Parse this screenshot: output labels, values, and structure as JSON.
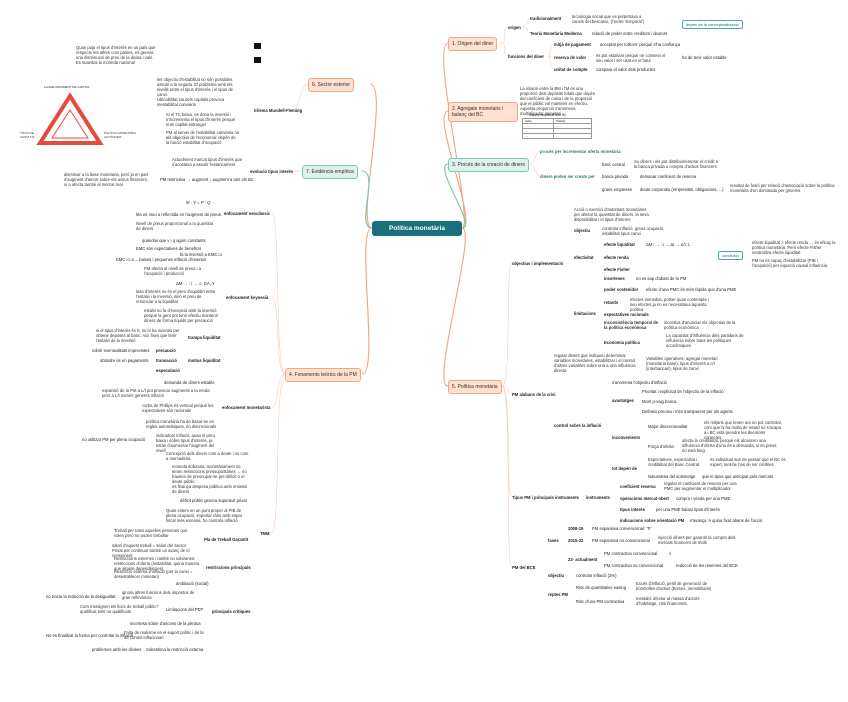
{
  "root": "Política monetària",
  "branches": {
    "b1": "1. Origen del diner",
    "b2": "2. Agregats monetaris i balanç del BC",
    "b3": "3. Procés de la creació de diners",
    "b4": "4. Fonaments teòrics de la PM",
    "b5": "5. Política monetària",
    "b6": "6. Sector exterior",
    "b7": "7. Evidència empírica"
  },
  "origen": {
    "origen": "origen",
    "tradicionalment": "tradicionalment",
    "trad_text": "tecnologia social que es perpetrava a canvis del bescanvi, (l'ordre 'temporal')",
    "tag": "depèn de la conceptualització",
    "tmm": "Teoria Monetària Moderna",
    "tmm_text": "relació de poder entre creditors i deutors",
    "funcions": "funcions del diner",
    "f1": "mitjà de pagament",
    "f1t": "acceptat per tothom: perquè s'ha confiança",
    "f2": "reserva de valor",
    "f2t": "és pot estalviar perquè ne conservi el seu valor i ser usat en el futur",
    "f2r": "ha de tenir valor estable",
    "f3": "unitat de compte",
    "f3t": "compara el valor dels productes"
  },
  "agregats": {
    "text": "La relació entre la BM i l'M és una proporció desl depòsits totals que depèn del coeficient de caixa i de la proporció que el públic vol mantenir en efectiu. Aquesta proporció s'anomena multiplicador monetari",
    "table_title": "balanç simplificat d'un BC",
    "table_left": [
      "Actiu",
      "...",
      "...",
      "..."
    ],
    "table_right": [
      "Passiu",
      "...",
      "...",
      "..."
    ]
  },
  "creacio": {
    "c1": "procés per incrementar oferta monetària",
    "c2": "diners poden ser creats per",
    "banc_central": "banc central",
    "banc_central_t": "Su diners i els pot distribuir/emprar el crèdit a la banca privada o compra d'actius financers",
    "banca_privada": "banca privada",
    "banca_privada_t": "demanar coeficient de reserva",
    "grans": "grans empreses",
    "grans_t": "deute corporatiu (empresitits, obligacions, ...)",
    "grans_r": "resultat de fusió per relació d'associació sobre la política monetària d'un dominada per governs"
  },
  "pm": {
    "objectius_impl": "objectius i implementació",
    "obj_intro": "Acció o exercici d'autoritats monetàries per alterar la quantitat de diners, la seva disponibilitat i el tipus d'interès",
    "objectiu": "objectiu",
    "objectiu_t": "controlar inflació, greus ocupació, estabilitat tipus canvi",
    "efectivitat": "efectivitat",
    "liquiditat": "efecte liquiditat",
    "renda": "efecte renda",
    "fisher": "efecte Fisher",
    "formula1": "ΔM↑ → ↓i → ΔI → ΔY, L",
    "conclusio": "conclusió",
    "concl_t1": "efecte liquiditat > efecte renda → és eficaç la política monetària. Però efecte Fisher neutralitza efecte liquiditat",
    "concl_t2": "PM no és capaç d'estabilitzar (PIB i l'ocupació) per equació causal influència",
    "limitacions": "limitacions",
    "incerteses": "incerteses",
    "incerteses_t": "no es sap d'abast de la PM",
    "poder": "poder sostenidor",
    "poder_t": "efecte d'una PMC és més ràpida que d'una PME",
    "retards": "retards",
    "retards_t": "efectes immediat, potser quan contempla i seu efectes ja no es necessitava aquesta política",
    "expectatives": "expectatives racionals",
    "inconsistencia": "Inconsistència temporal de la política econòmica",
    "inconsistencia_t": "incentius d'anunciar els objectius de la política econòmica",
    "economia": "Economia política",
    "economia_t": "La capacitat d'influència dels partidaris de influència sobre totes les polítiques econòmiques",
    "pm_abans": "PM a/abans de la crisi",
    "pm_abans_t": "regular diners que indiqueu determinar variables monetàries, estabilitzar i el control d'altres variables sobre una a una influència directa",
    "pm_abans_r": "Variables operatives: agregat monetari (monetària base), tipus d'interès a c/t (interbancari), tipus de canvi",
    "control": "control sobre la inflació",
    "canvis": "s'anomena l'objectiu d'inflació",
    "avantatges": "avantatges",
    "av1": "Prioritat i explicitat de l'objectiu de la inflació",
    "av2": "Mont p-vaig banca",
    "av3": "Defineix precisa i més transparent per als agents",
    "inconvenients": "inconvenients",
    "inc1": "Major discrecionalitat",
    "inc1t": "els mitjans que tenen ara no pot controlar, com que hi ha molta de retard no s'acapa a i BC està prendre les decisions correctes.",
    "inc2": "Força d'oferta",
    "inc2t": "afecta la credibilitat, perquè els alcancen una influència d'oferta d'una és a demanda, si en preus no està bieg",
    "inc3": "tot depèn de",
    "inc3a": "Expectatives, expectativa i credibilitat del Banc Central.",
    "inc3at": "és individual sue de passar que el BC és expert, tant-be has de ser creïbles",
    "inc3b": "Naturalesa del sotsmetge",
    "inc3bt": "que el tipus que anticipat pels mercats",
    "tipus_pm": "Tipus PM i principals instruments",
    "instruments": "instruments",
    "coef": "coeficient reserva",
    "coef_t": "regular el coeficient de reserva per una PMC per augmentar el multiplicador",
    "operacions": "operacions mercat obert",
    "operacions_t": "compra i venda per una PME",
    "tipus_int": "tipus interès",
    "tipus_int_t": "per una PME baixar tipus d'interès",
    "indicacions": "indicacions sobre orientació PM",
    "indicacions_t": "s'avança 'A quina fixat abans de l'acció",
    "pm_bce": "PM del BCE",
    "fases": "fases",
    "fase1": "2008-15",
    "fase1t": "PM expansiva convencional: 'Tr'",
    "fase2": "2015-22",
    "fase2t": "PM expansiva no convencional",
    "fase2r": "injecció diners per garantir la compra dels mercats financers de títols",
    "fase3": "PM contractiva convencional",
    "fase3r": "↑i",
    "fase4": "22- actualment",
    "fase4t": "PM contractiva no convencional",
    "fase4r": "reducció de les reserves del BCE",
    "objectiu_bce": "objectiu",
    "objectiu_bce_t": "controlar inflació (2%)",
    "reptes": "reptes PM",
    "repte1": "Risc de quantitative easing",
    "repte1t": "Excés d'inflació, perill de generació de bombolles d'actius (borses, immobiliaris)",
    "repte2": "Risc d'una PM contractiva",
    "repte2t": "Inestabl. afectar al massa d'actors d'habitatge, crisi financeres."
  },
  "fonaments": {
    "enfoc_neo": "enfocament neoclàssic",
    "formula": "M · V = P · Q",
    "neo1": "Mo es mou a reflectida en l'augment de preus.",
    "neo2": "Nivell de preus proporcional a la quantitat de diners",
    "enfoc_key": "enfocament keynesià",
    "k1": "quandos que v i q aguin constants",
    "k2": "EMC són expectatives de beneficis",
    "k2r": "fa la inversió a EMC↓o",
    "k3": "EMC↓o↓s→ baixes i pequenes inflació d'inversió",
    "k4": "PM afecta al nivell de preus i a l'ocupació i producció",
    "k5": "ΔM → ↑i → ↓I, DA, Y",
    "k6": "lasa d'interès no és el preu d'equilibri entre l'estalvi i la inversió, sinó el preu de renunciar a la liquiditat",
    "k7": "estalvi no fa d'excepció amb la inversió perquè la gent pot tenir efectiu mantenir diners de forma líquids per precaució",
    "trampa": "trampa liquiditat",
    "trampa_t": "si el tipus d'interès és 0, no hi ha incentiu per obtenir depòsits al banc. Així fixes que tenir l'estalvi de la inversió",
    "motius": "motius liquiditat",
    "precaucio": "precaució",
    "precaucio_t": "cobrir eventualitats imprevistes",
    "transaccio": "transacció",
    "transaccio_t": "obtindre ús en pagaments",
    "especulacio": "especulació",
    "enfoc_mon": "enfocament monetarista",
    "mon1": "demanda de diners estable",
    "mon2": "expansió de la PM a L/t pot provocar augments a la renda però a L/t només generes inflació",
    "mon3": "corba de Phillips és vertical perquè les expectatives són racionals",
    "mon4": "política monetària ha de basar-se en regles automàtiques, no discrecionals",
    "mon5": "indicadors inflació, quan el preu baixa i sobre tipus d'interès, ja estan d'aumentar l'augment del nivell",
    "mon5l": "no utilitzar PM per plena ocupació",
    "tmm": "TMM",
    "tmm1": "Concepció dels diners com a deute i no com a mercaderia",
    "tmm2": "moneda sobirana: monetàriament no tenen restriccions pressupostàries → no haurien de preocupar-se pel dèficit o el deute públic",
    "tmm3": "es finança despesa pública amb emissió de diners",
    "tmm4": "dèficit públic genera superàvit privat",
    "tmm5": "Quan estem en un punt proper al PIB de plena ocupació, importar ràtio amb espai fiscal més extensa, ho controla inflació",
    "pla": "Pla de Treball Garantit",
    "pla1": "Treball per totes aquelles persones que volen però no poden treballar",
    "pla2": "salari d'aquest treball = salari del Sector Privat per continuar també un avanç de el creixement",
    "restriccions": "restriccions principals",
    "restr1": "Restriccions externes i també no sobiranes: restriccions d'oferta (instabilitat, quina manera que alguns dependències)",
    "restr2": "Restricció externa d'inflació (per la canvi = desestablecer monetari)",
    "critiques": "principals crítiques",
    "crit1": "ambitació (social)",
    "crit1t": "ignora altres funcions dels impostos de gran rellevància",
    "crit1l": "no tracta la reducció de la desigualtat",
    "crit2": "Limitacions del PDT",
    "crit2t": "Com s'assignen els llocs de treball públic? qualificat sinó no qualificats",
    "crit3": "incertesa sobre d'ascens de la pèrdua",
    "crit4": "Falta de realisme en el suport polític i de la de control inflacionari",
    "crit4l": "No es finalitzat la forma per controlar la inflació",
    "crit5": "Subestima la restricció externa",
    "crit5l": "problemes amb les divises"
  },
  "sector": {
    "trilemma_text": "Quan puja el tipus d'interès en un país que respecte les altres com países, es genera una disminució de preu de la divisa i vals. Es suavitza la moneda nacional",
    "t_top": "LLIURE MOVIMENT DE CAPITAL",
    "t_left": "TIPUS DE CANVI FIX",
    "t_right": "POLÍTICA MONETÀRIA AUTÒNOMA",
    "trilemma": "trilema Mundell-Fleming",
    "tr1": "les objectiu d'estabilitat no són possibles assolir a la vegada. El problema amb els nivells entre el tipus d'interès i el tipus de canvi.",
    "tr2": "Ubicabilitat sia dels capitals provoca inestabilitat canviaria",
    "tr3": "Si el TC baixa, es dona la inversió i s'incrementa el tipus d'interès perquè entri capital estranger",
    "tr4": "PM al servei de l'estabilitat canviaria no als objectius de l'economia: depèn de la funció estabilitat d'ocupació"
  },
  "evidencia": {
    "evolucio": "evolució tipus interès",
    "ev1": "Actualment marcat tipus d'interès que s'acostava a assolir l'estancament",
    "ev2": "PM restrictiva → augment ↓ augment a tots els BC",
    "ev2l": "disminuir a la base monetaria, però ja en part d'augment d'amort sobre els actius financers, ni a afecta també al mercat real"
  }
}
